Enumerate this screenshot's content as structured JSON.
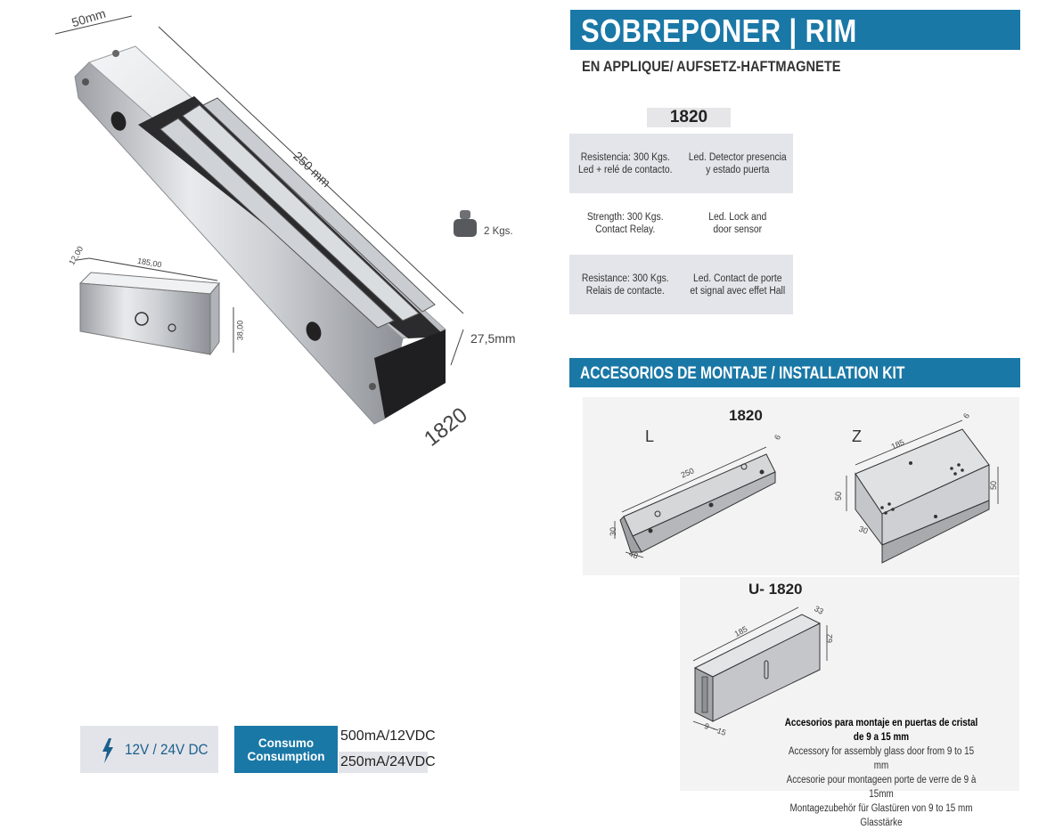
{
  "header": {
    "title": "SOBREPONER | RIM",
    "subtitle": "EN APPLIQUE/ AUFSETZ-HAFTMAGNETE"
  },
  "product": {
    "model": "1820",
    "weight": "2 Kgs.",
    "dimensions": {
      "width": "50mm",
      "length": "250 mm",
      "height": "27,5mm",
      "model_label": "1820"
    },
    "armature": {
      "thickness": "12,00",
      "length": "185,00",
      "height": "38,00"
    }
  },
  "specs": [
    {
      "left": "Resistencia: 300 Kgs.\nLed + relé de contacto.",
      "right": "Led. Detector presencia\ny estado puerta"
    },
    {
      "left": "Strength: 300 Kgs.\nContact Relay.",
      "right": "Led. Lock and\ndoor sensor"
    },
    {
      "left": "Resistance: 300 Kgs.\nRelais de contacte.",
      "right": "Led. Contact de porte\net signal avec effet Hall"
    }
  ],
  "accessories": {
    "title": "ACCESORIOS DE MONTAJE / INSTALLATION KIT",
    "model": "1820",
    "bracket_l": {
      "label": "L",
      "dims": [
        "250",
        "30",
        "48",
        "6"
      ]
    },
    "bracket_z": {
      "label": "Z",
      "dims": [
        "185",
        "50",
        "50",
        "30",
        "6"
      ]
    },
    "bracket_u": {
      "label": "U- 1820",
      "dims": [
        "185",
        "33",
        "62",
        "9 ~ 15"
      ]
    },
    "note": [
      "Accesorios para montaje en puertas  de cristal de 9 a 15 mm",
      "Accessory for assembly glass door from 9 to 15 mm",
      "Accesorie pour montageen porte de verre de 9  à 15mm",
      "Montagezubehör  für  Glastüren  von 9 to 15 mm Glasstärke"
    ]
  },
  "footer": {
    "power": "12V / 24V DC",
    "consumption_label": "Consumo\nConsumption",
    "consumption_values": [
      "500mA/12VDC",
      "250mA/24VDC"
    ]
  },
  "colors": {
    "brand_blue": "#1a78a6",
    "panel_gray": "#e4e5ea"
  }
}
